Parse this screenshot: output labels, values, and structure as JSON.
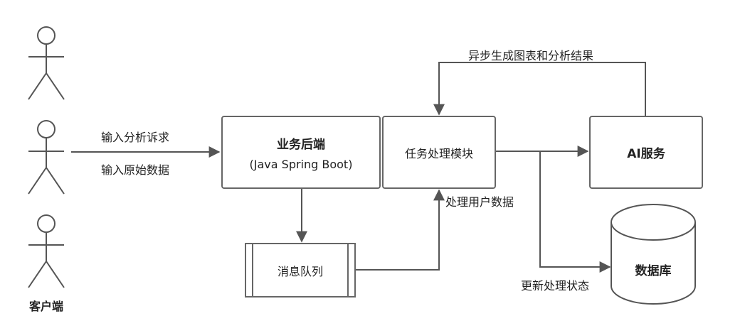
{
  "actors": {
    "label": "客户端"
  },
  "nodes": {
    "backend": {
      "title": "业务后端",
      "subtitle": "(Java Spring Boot)"
    },
    "task": {
      "label": "任务处理模块"
    },
    "ai": {
      "label": "AI服务"
    },
    "queue": {
      "label": "消息队列"
    },
    "db": {
      "label": "数据库"
    }
  },
  "edges": {
    "input_request": "输入分析诉求",
    "input_data": "输入原始数据",
    "async_generate": "异步生成图表和分析结果",
    "process_user_data": "处理用户数据",
    "update_status": "更新处理状态"
  },
  "colors": {
    "stroke": "#666666",
    "text": "#222222"
  }
}
